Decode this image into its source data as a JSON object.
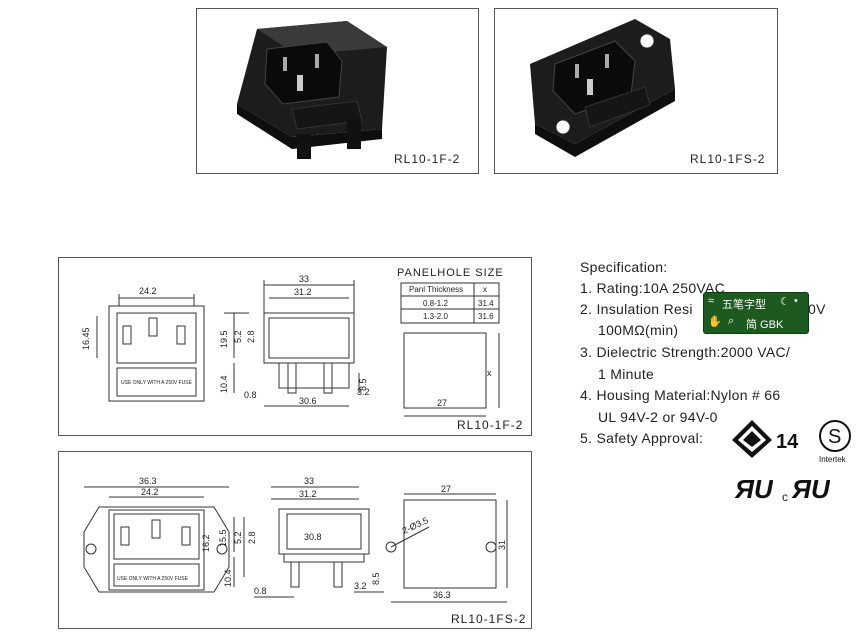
{
  "photos": {
    "left_caption": "RL10-1F-2",
    "right_caption": "RL10-1FS-2"
  },
  "drawing1": {
    "caption": "RL10-1F-2",
    "front": {
      "width": "24.2",
      "height": "16.45",
      "label": "USE ONLY WITH A 250V FUSE"
    },
    "side": {
      "top_outer": "33",
      "top_inner": "31.2",
      "d1": "19.5",
      "d2": "5.2",
      "d3": "2.8",
      "d4": "10.4",
      "bottom1": "0.8",
      "bottom2": "30.6",
      "right1": "8.5",
      "right2": "3.2"
    },
    "panelhole": {
      "title": "PANELHOLE SIZE",
      "headers": [
        "Panl Thickness",
        "x"
      ],
      "rows": [
        [
          "0.8-1.2",
          "31.4"
        ],
        [
          "1.3-2.0",
          "31.6"
        ]
      ],
      "hole_width": "27",
      "hole_height": "x"
    }
  },
  "drawing2": {
    "caption": "RL10-1FS-2",
    "front": {
      "outer": "36.3",
      "width": "24.2",
      "height": "16.2",
      "label": "USE ONLY WITH A 250V FUSE"
    },
    "side": {
      "top_outer": "33",
      "top_inner": "31.2",
      "d1": "15.5",
      "d2": "5.2",
      "d3": "2.8",
      "d4": "10.4",
      "mid": "30.8",
      "bottom1": "0.8",
      "right1": "8.5",
      "right2": "3.2"
    },
    "panel": {
      "top": "27",
      "right": "31",
      "bottom": "36.3",
      "hole": "2-Ø3.5"
    }
  },
  "specification": {
    "title": "Specification:",
    "lines": [
      "1. Rating:10A  250VAC",
      "2. Insulation Resi",
      "0V",
      "100MΩ(min)",
      "3. Dielectric Strength:2000 VAC/",
      "1 Minute",
      "4. Housing Material:Nylon # 66",
      "UL 94V-2 or 94V-0",
      "5. Safety Approval:"
    ],
    "approvals": {
      "enec": "ENEC",
      "enec_num": "14",
      "intertek": "Intertek",
      "c": "c"
    }
  },
  "ime_toolbar": {
    "row1": "五笔字型",
    "row2": "简 GBK"
  }
}
